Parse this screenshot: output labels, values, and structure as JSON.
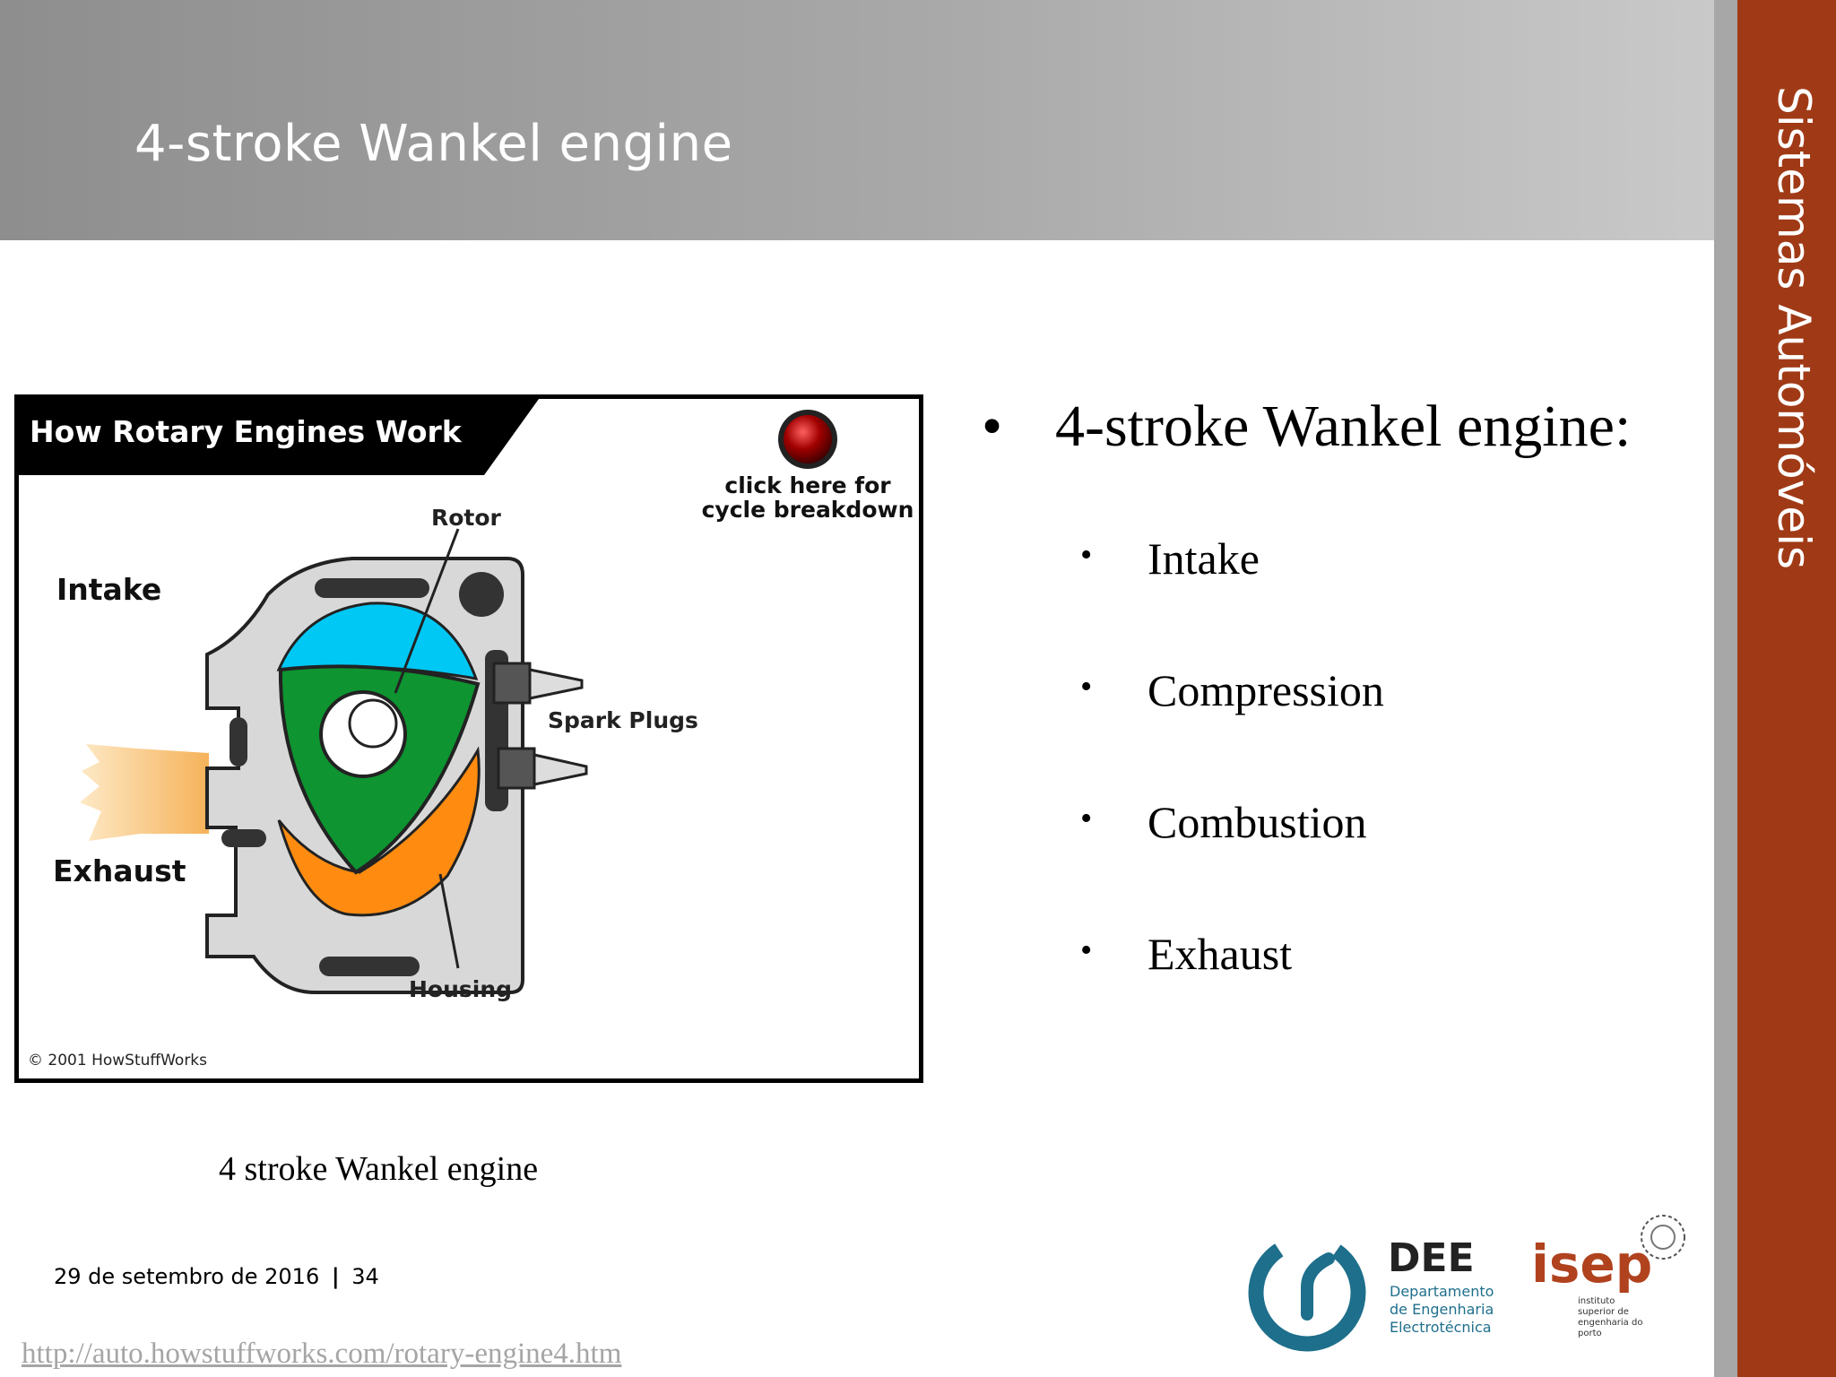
{
  "slide": {
    "title": "4-stroke Wankel engine",
    "side_label": "Sistemas Automóveis"
  },
  "figure": {
    "banner": "How Rotary Engines Work",
    "button_hint_line1": "click here for",
    "button_hint_line2": "cycle breakdown",
    "labels": {
      "rotor": "Rotor",
      "intake": "Intake",
      "spark_plugs": "Spark Plugs",
      "exhaust": "Exhaust",
      "housing": "Housing"
    },
    "copyright": "© 2001 HowStuffWorks",
    "caption": "4 stroke Wankel engine",
    "colors": {
      "intake_chamber": "#00c8f5",
      "rotor": "#0e9430",
      "exhaust_chamber": "#ff8c10",
      "housing": "#d8d8d8"
    }
  },
  "bullets": {
    "main": "4-stroke Wankel engine:",
    "items": [
      "Intake",
      "Compression",
      "Combustion",
      "Exhaust"
    ]
  },
  "footer": {
    "date": "29 de setembro de 2016",
    "separator": "|",
    "page": "34",
    "url": "http://auto.howstuffworks.com/rotary-engine4.htm"
  },
  "logos": {
    "dee_name": "DEE",
    "dee_line1": "Departamento",
    "dee_line2": "de Engenharia",
    "dee_line3": "Electrotécnica",
    "isep_name": "isep",
    "isep_line1": "instituto",
    "isep_line2": "superior de",
    "isep_line3": "engenharia do",
    "isep_line4": "porto",
    "brand_color": "#1e6f8c"
  }
}
